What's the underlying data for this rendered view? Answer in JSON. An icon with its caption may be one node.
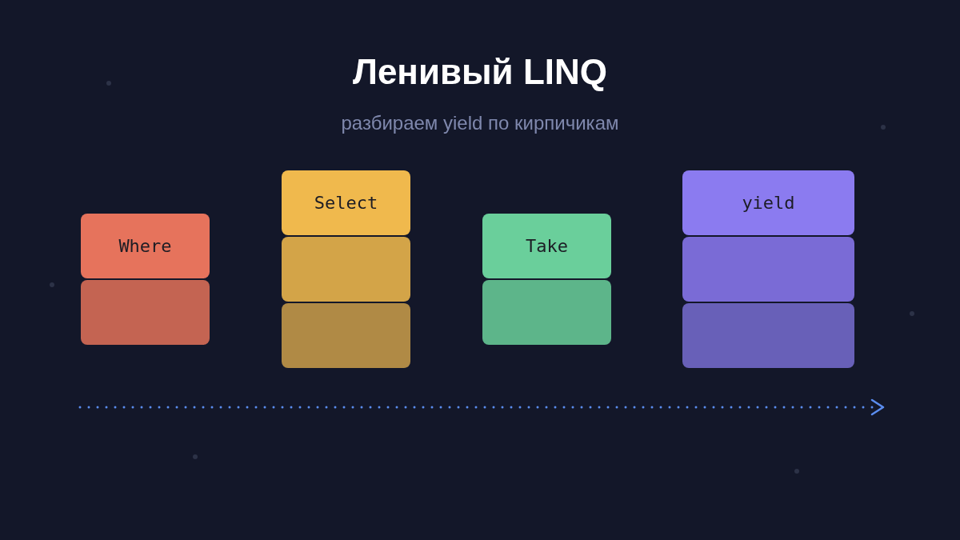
{
  "diagram": {
    "title": "Ленивый LINQ",
    "caption": "разбираем yield по кирпичикам",
    "nodes": [
      {
        "text": [
          "Where"
        ]
      },
      {
        "text": [],
        "shape": "box"
      },
      {
        "text": [
          "Select"
        ]
      },
      {
        "text": [],
        "shape": "box"
      },
      {
        "text": [],
        "shape": "box"
      },
      {
        "text": [
          "Take"
        ]
      },
      {
        "text": [],
        "shape": "box"
      },
      {
        "text": [
          "yield"
        ]
      },
      {
        "text": [],
        "shape": "box"
      },
      {
        "text": [],
        "shape": "box"
      }
    ],
    "edges": []
  }
}
